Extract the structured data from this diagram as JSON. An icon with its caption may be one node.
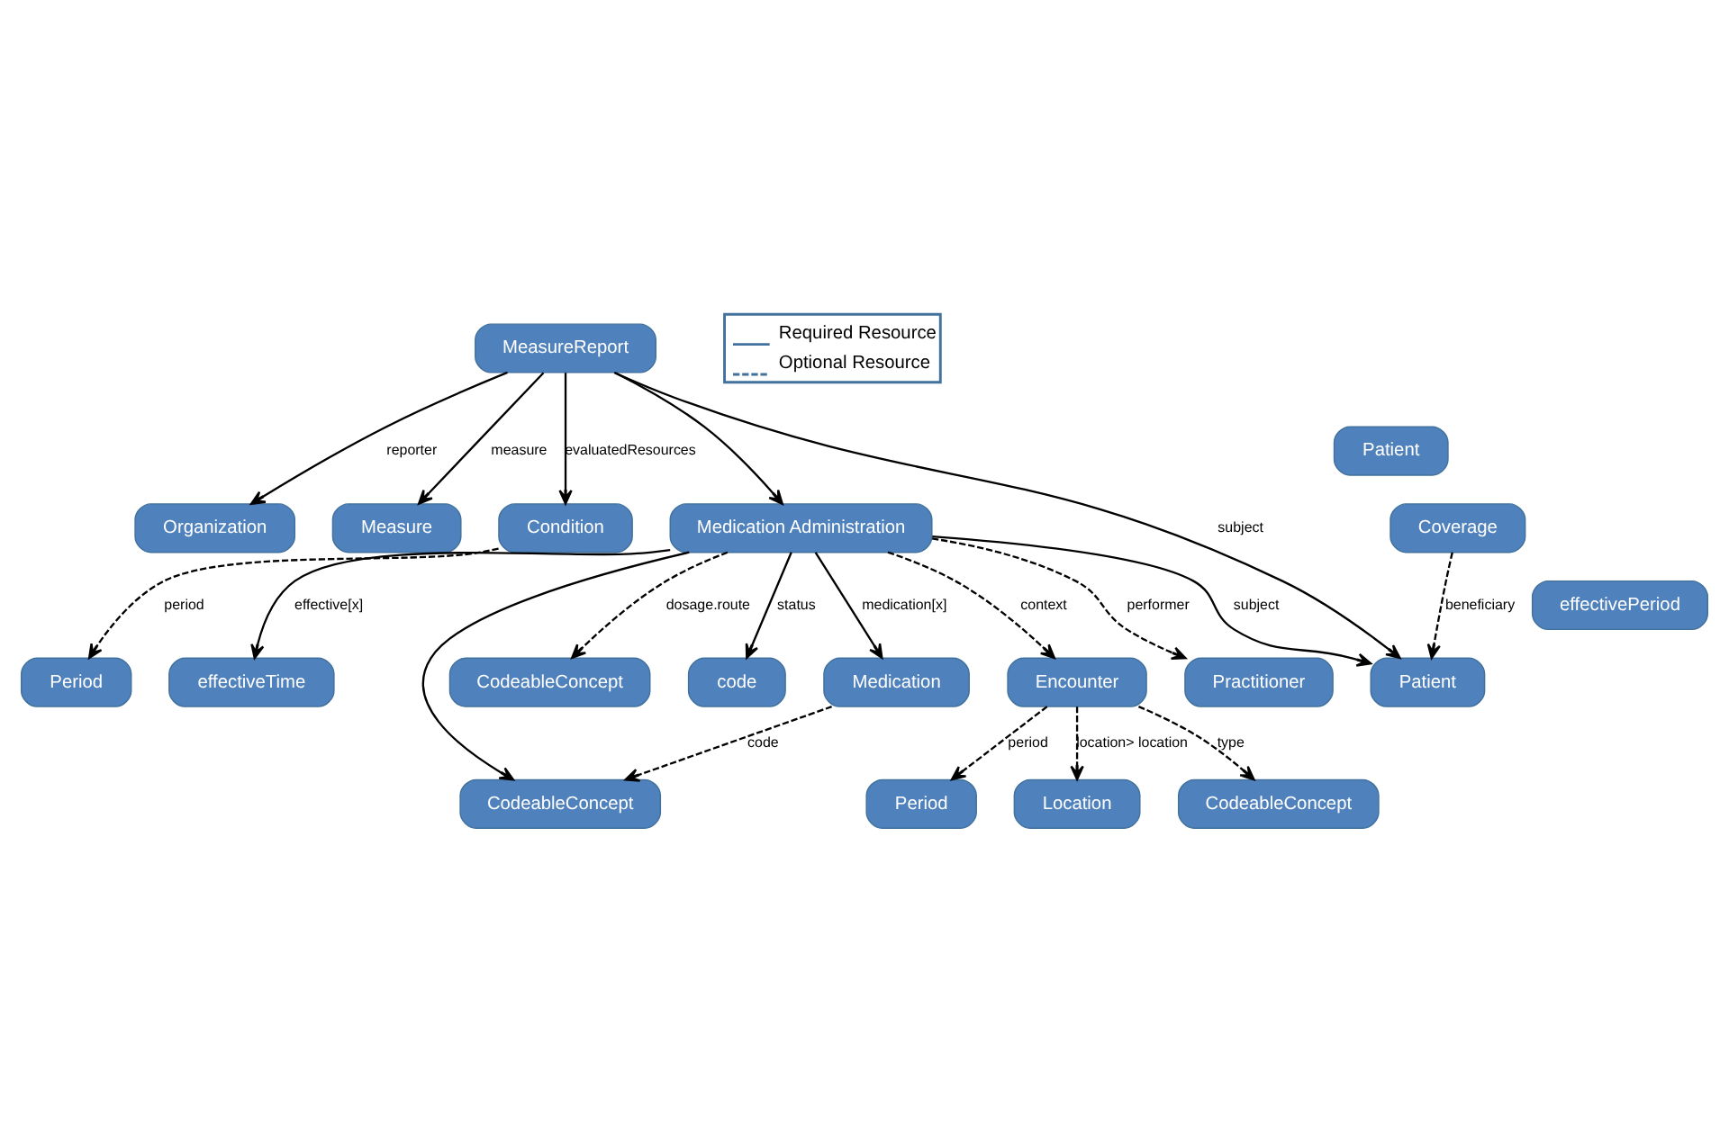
{
  "diagram": {
    "nodes": [
      {
        "text": [
          "Organization"
        ]
      },
      {
        "text": [
          "Measure"
        ]
      },
      {
        "text": [
          "Patient"
        ]
      },
      {
        "text": [
          "Coverage"
        ]
      },
      {
        "text": [
          "MeasureReport"
        ]
      },
      {
        "text": [
          "Encounter"
        ]
      },
      {
        "text": [
          "Location"
        ]
      },
      {
        "text": [
          "CodeableConcept"
        ]
      },
      {
        "text": [
          "Period"
        ]
      },
      {
        "text": [
          "Condition"
        ]
      },
      {
        "text": [
          "Medication Administration"
        ]
      },
      {
        "text": [
          "Practitioner"
        ]
      },
      {
        "text": [
          "Patient"
        ]
      },
      {
        "text": [
          "Period"
        ]
      },
      {
        "text": [
          "effectiveTime"
        ]
      },
      {
        "text": [
          "Medication"
        ]
      },
      {
        "text": [
          "effectivePeriod"
        ]
      },
      {
        "text": [
          "CodeableConcept"
        ]
      },
      {
        "text": [
          "code"
        ]
      },
      {
        "text": [
          "CodeableConcept"
        ]
      }
    ],
    "edges": [
      {
        "from": 4,
        "to": 1,
        "arrow": "to",
        "label": "measure"
      },
      {
        "from": 4,
        "to": 0,
        "arrow": "to",
        "label": "reporter"
      },
      {
        "from": 4,
        "to": 2,
        "arrow": "to",
        "label": "subject"
      },
      {
        "from": 10,
        "to": 2,
        "arrow": "to",
        "label": "subject"
      },
      {
        "from": 3,
        "to": 2,
        "arrow": "to",
        "label": "beneficiary",
        "style": "dashed"
      },
      {
        "from": 5,
        "to": 6,
        "arrow": "to",
        "label": "location> location",
        "style": "dashed"
      },
      {
        "from": 5,
        "to": 7,
        "arrow": "to",
        "label": "type",
        "style": "dashed"
      },
      {
        "from": 5,
        "to": 8,
        "arrow": "to",
        "label": "period",
        "style": "dashed"
      },
      {
        "from": 4,
        "to": 9,
        "arrow": "to",
        "label": "evaluatedResources"
      },
      {
        "from": 4,
        "to": 10,
        "arrow": "to"
      },
      {
        "from": 10,
        "to": 5,
        "arrow": "to",
        "label": "context",
        "style": "dashed"
      },
      {
        "from": 10,
        "to": 11,
        "arrow": "to",
        "label": "performer",
        "style": "dashed"
      },
      {
        "from": 9,
        "to": 13,
        "arrow": "to",
        "label": "period",
        "style": "dashed"
      },
      {
        "from": 10,
        "to": 17,
        "arrow": "to",
        "label": "dosage.route",
        "style": "dashed"
      },
      {
        "from": 10,
        "to": 18,
        "arrow": "to",
        "label": "status"
      },
      {
        "from": 10,
        "to": 14,
        "arrow": "to",
        "label": "effective[x]"
      },
      {
        "from": 10,
        "to": 15,
        "arrow": "to",
        "label": "medication[x]"
      },
      {
        "from": 10,
        "to": 19,
        "arrow": "to"
      },
      {
        "from": 15,
        "to": 19,
        "arrow": "to",
        "label": "code",
        "style": "dashed"
      }
    ],
    "legend": [
      {
        "text": "Required Resource"
      },
      {
        "text": "Optional Resource"
      }
    ]
  }
}
